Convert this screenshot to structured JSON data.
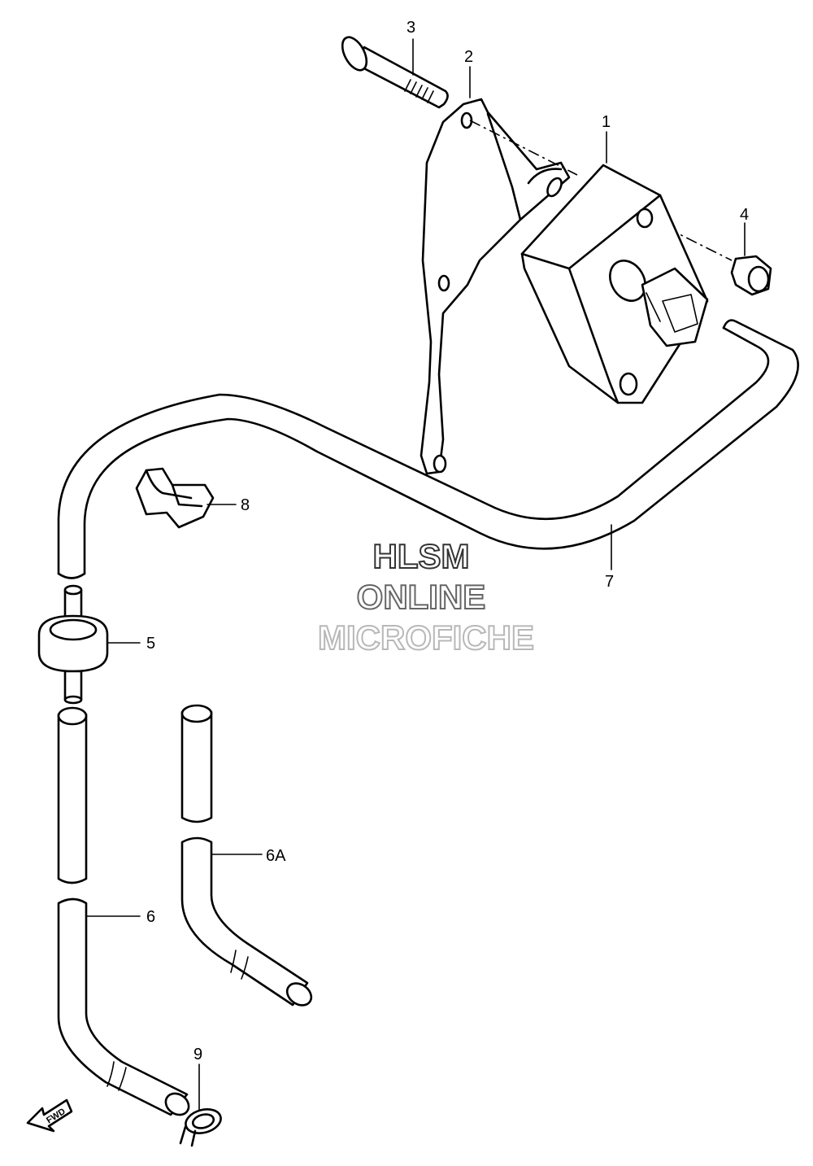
{
  "callouts": {
    "p1": "1",
    "p2": "2",
    "p3": "3",
    "p4": "4",
    "p5": "5",
    "p6": "6",
    "p6a": "6A",
    "p7": "7",
    "p8": "8",
    "p9": "9"
  },
  "watermark": {
    "line1": "HLSM",
    "line2": "ONLINE",
    "line3": "MICROFICHE"
  },
  "fwd_label": "FWD",
  "colors": {
    "line": "#000000",
    "background": "#ffffff",
    "watermark_line1": "#333333",
    "watermark_line2": "#666666",
    "watermark_line3": "#b8b8b8"
  }
}
